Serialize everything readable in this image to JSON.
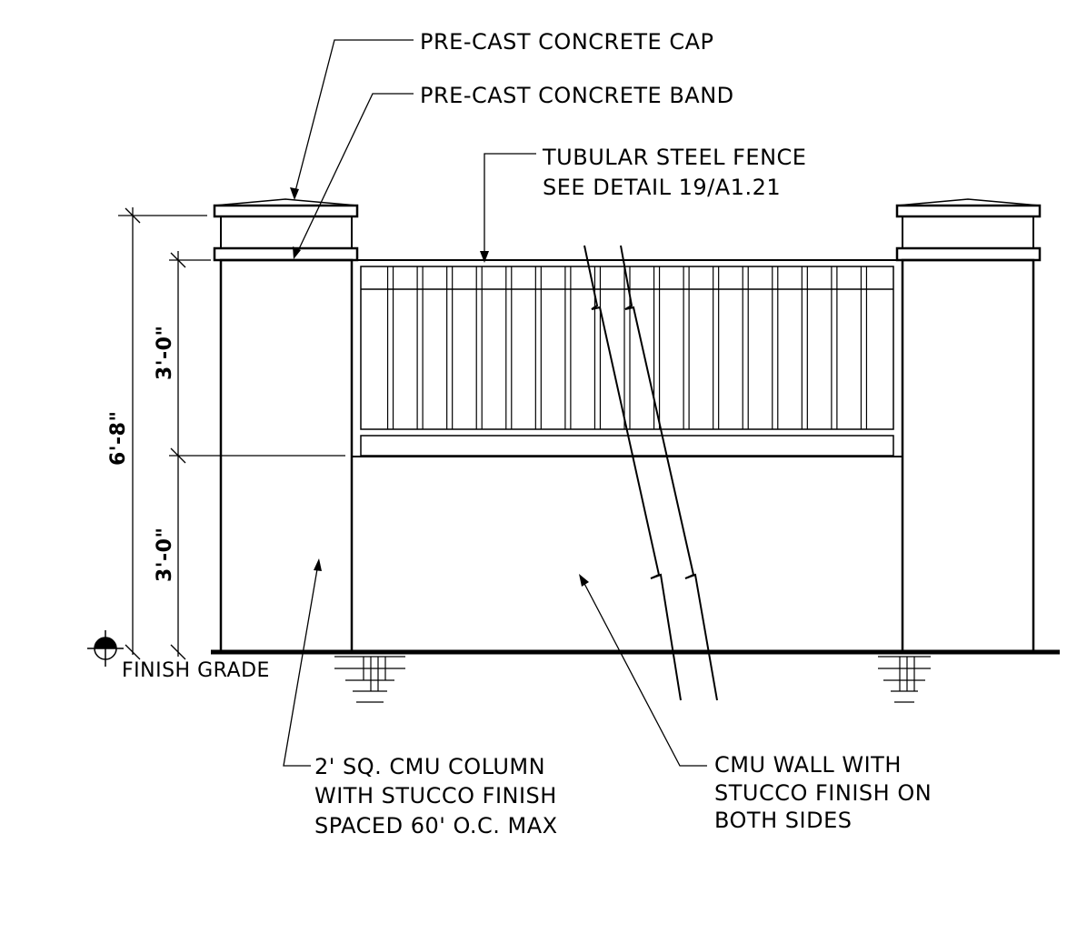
{
  "labels": {
    "cap": "PRE-CAST CONCRETE CAP",
    "band": "PRE-CAST CONCRETE BAND",
    "fence_line1": "TUBULAR STEEL FENCE",
    "fence_line2": "SEE DETAIL 19/A1.21",
    "finish_grade": "FINISH GRADE",
    "column_line1": "2' SQ. CMU COLUMN",
    "column_line2": "WITH STUCCO FINISH",
    "column_line3": "SPACED 60' O.C. MAX",
    "wall_line1": "CMU WALL WITH",
    "wall_line2": "STUCCO FINISH ON",
    "wall_line3": "BOTH SIDES"
  },
  "dimensions": {
    "overall": "6'-8\"",
    "upper": "3'-0\"",
    "lower": "3'-0\""
  }
}
